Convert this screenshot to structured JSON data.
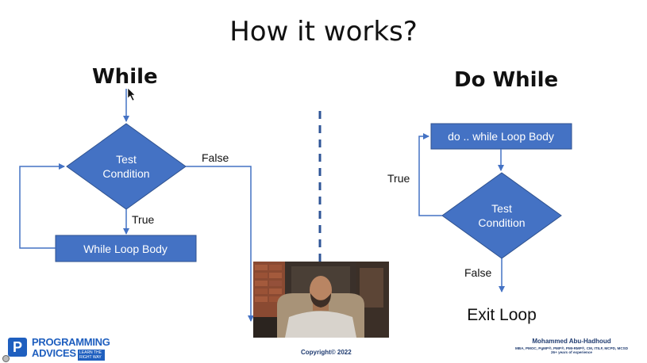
{
  "slide": {
    "title": "How it works?",
    "while_heading": "While",
    "do_while_heading": "Do While"
  },
  "while_diagram": {
    "condition": [
      "Test",
      "Condition"
    ],
    "true_label": "True",
    "false_label": "False",
    "body": "While Loop Body"
  },
  "do_while_diagram": {
    "body": "do .. while Loop Body",
    "condition": [
      "Test",
      "Condition"
    ],
    "true_label": "True",
    "false_label": "False",
    "exit": "Exit Loop"
  },
  "footer": {
    "copyright": "Copyright© 2022",
    "logo_line1": "PROGRAMMING",
    "logo_line2": "ADVICES",
    "logo_tagline": "LEARN THE RIGHT WAY",
    "author_name": "Mohammed Abu-Hadhoud",
    "author_credentials": "MBA, PMOC, PgMP®, PMP®, PMI-RMP®, CM, ITILF, MCPD, MCSD",
    "author_experience": "26+ years of experience"
  },
  "colors": {
    "shape_fill": "#4472c4",
    "shape_stroke": "#2f528f",
    "divider": "#2f5597"
  }
}
